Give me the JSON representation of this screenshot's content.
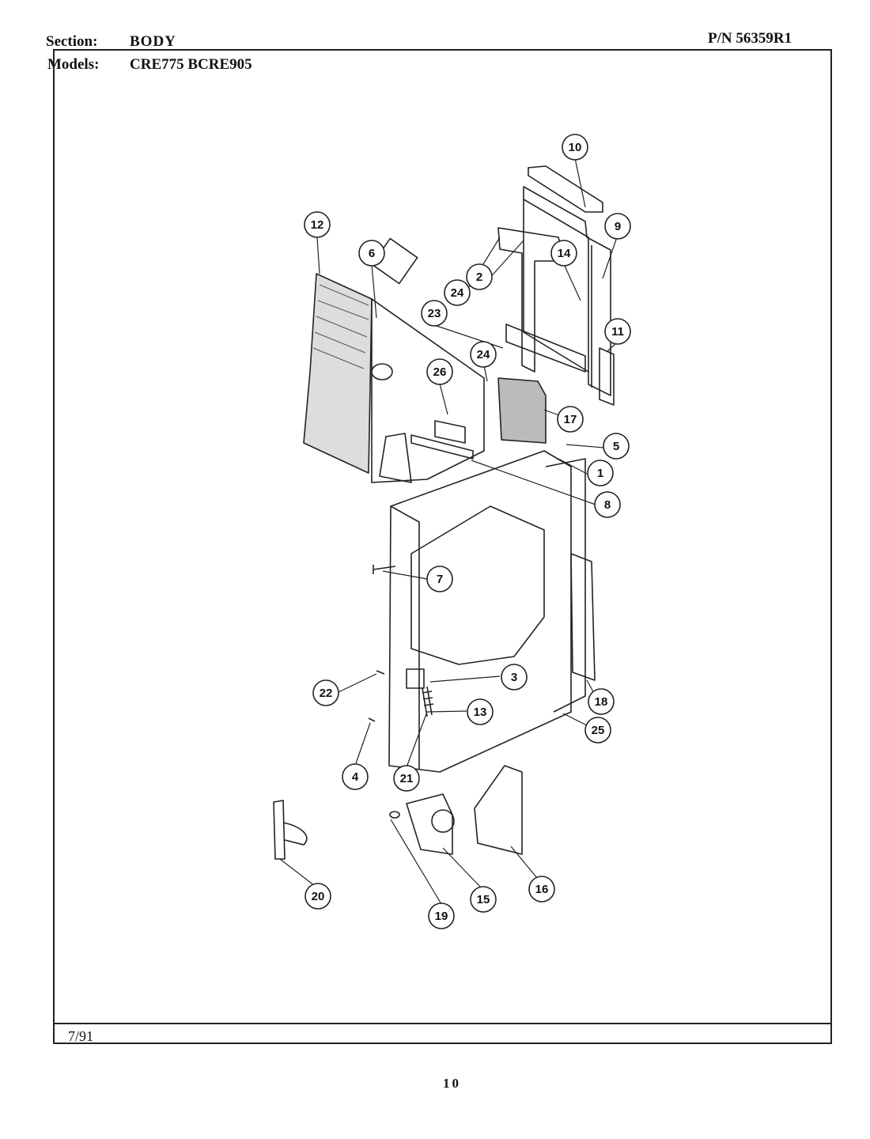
{
  "header": {
    "section_label": "Section:",
    "section_value": "BODY",
    "part_number": "P/N 56359R1",
    "models_label": "Models:",
    "models_value": "CRE775  BCRE905"
  },
  "callouts": [
    "10",
    "9",
    "12",
    "6",
    "2",
    "14",
    "24",
    "23",
    "11",
    "24",
    "26",
    "17",
    "5",
    "1",
    "8",
    "7",
    "3",
    "22",
    "13",
    "18",
    "25",
    "4",
    "21",
    "20",
    "19",
    "15",
    "16"
  ],
  "footer": {
    "date": "7/91",
    "page_number": "10"
  }
}
